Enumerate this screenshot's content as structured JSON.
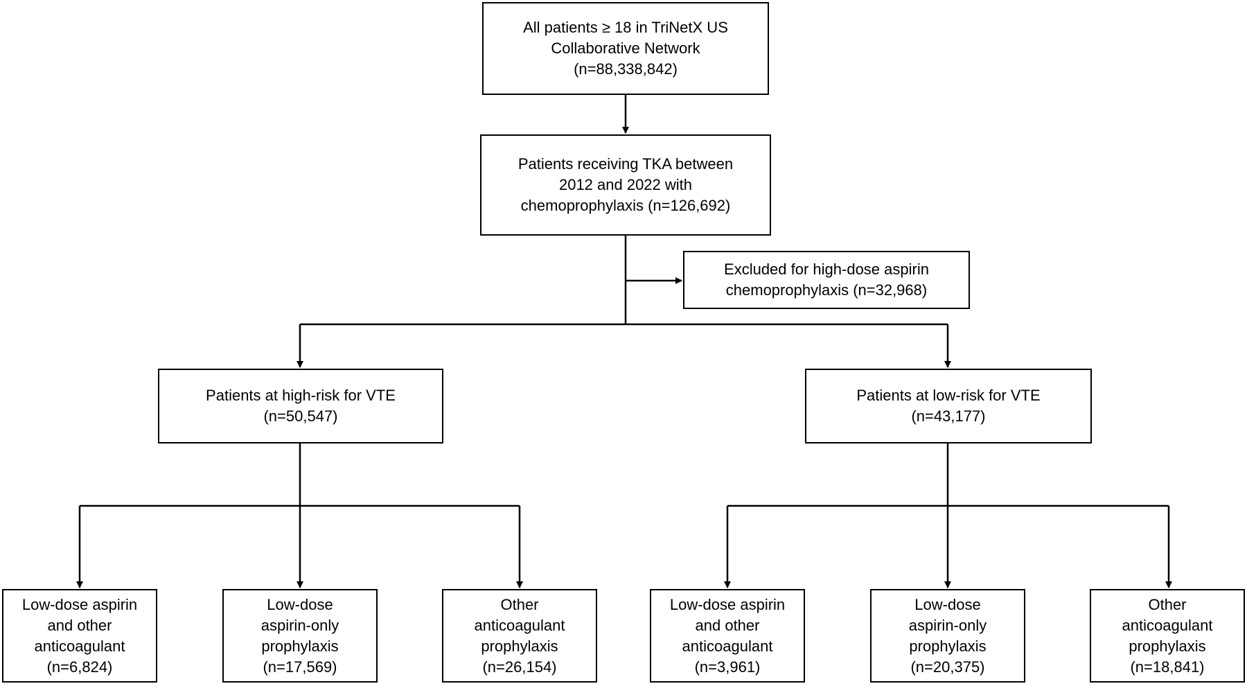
{
  "boxes": {
    "all_patients": {
      "lines": [
        "All patients ≥ 18 in TriNetX US",
        "Collaborative Network",
        "(n=88,338,842)"
      ]
    },
    "tka_patients": {
      "lines": [
        "Patients receiving TKA between",
        "2012 and 2022 with",
        "chemoprophylaxis (n=126,692)"
      ]
    },
    "excluded": {
      "lines": [
        "Excluded for high-dose aspirin",
        "chemoprophylaxis (n=32,968)"
      ]
    },
    "high_risk": {
      "lines": [
        "Patients at high-risk for VTE",
        "(n=50,547)"
      ]
    },
    "low_risk": {
      "lines": [
        "Patients at low-risk for VTE",
        "(n=43,177)"
      ]
    },
    "hr_aspirin_other": {
      "lines": [
        "Low-dose aspirin",
        "and other",
        "anticoagulant",
        "(n=6,824)"
      ]
    },
    "hr_aspirin_only": {
      "lines": [
        "Low-dose",
        "aspirin-only",
        "prophylaxis",
        "(n=17,569)"
      ]
    },
    "hr_other": {
      "lines": [
        "Other",
        "anticoagulant",
        "prophylaxis",
        "(n=26,154)"
      ]
    },
    "lr_aspirin_other": {
      "lines": [
        "Low-dose aspirin",
        "and other",
        "anticoagulant",
        "(n=3,961)"
      ]
    },
    "lr_aspirin_only": {
      "lines": [
        "Low-dose",
        "aspirin-only",
        "prophylaxis",
        "(n=20,375)"
      ]
    },
    "lr_other": {
      "lines": [
        "Other",
        "anticoagulant",
        "prophylaxis",
        "(n=18,841)"
      ]
    }
  }
}
